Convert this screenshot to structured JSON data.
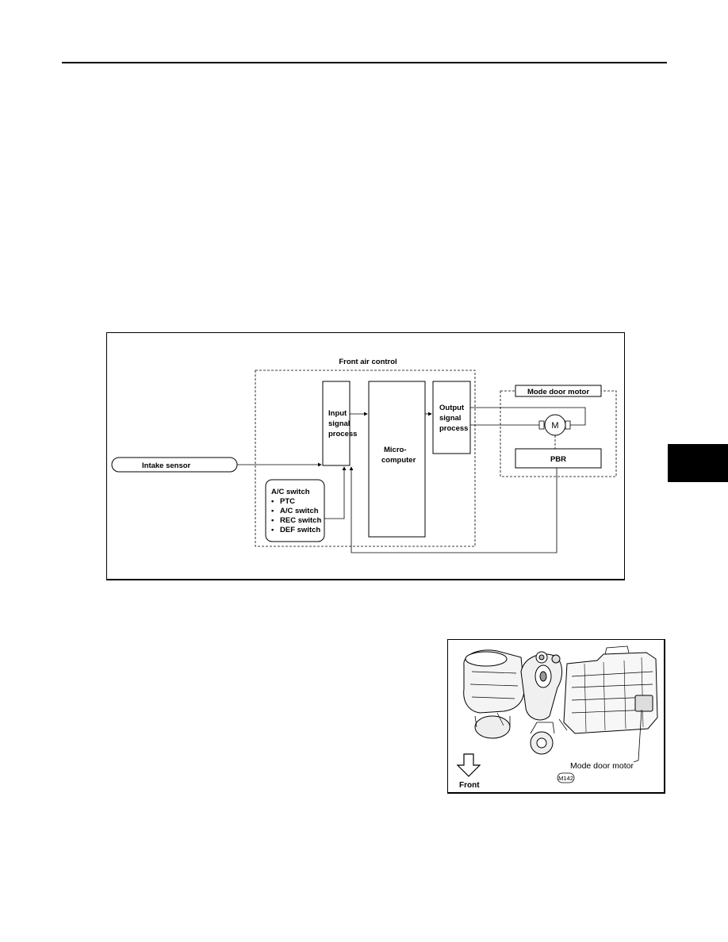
{
  "diagram": {
    "title": "Front air control",
    "blocks": {
      "input": [
        "Input",
        "signal",
        "process"
      ],
      "micro": [
        "Micro-",
        "computer"
      ],
      "output": [
        "Output",
        "signal",
        "process"
      ]
    },
    "intake_sensor": "Intake sensor",
    "ac_switch_group": {
      "title": "A/C switch",
      "items": [
        "PTC",
        "A/C switch",
        "REC switch",
        "DEF switch"
      ]
    },
    "mode_door_motor": "Mode door motor",
    "motor_symbol": "M",
    "pbr": "PBR"
  },
  "photo": {
    "callout_label": "Mode door motor",
    "connector_id": "M142",
    "direction_label": "Front"
  }
}
